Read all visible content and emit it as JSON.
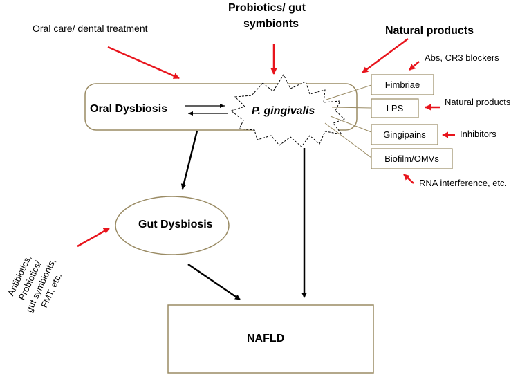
{
  "nodes": {
    "oral_dysbiosis": "Oral Dysbiosis",
    "p_gingivalis": "P. gingivalis",
    "gut_dysbiosis": "Gut Dysbiosis",
    "nafld": "NAFLD"
  },
  "virulence_factors": {
    "fimbriae": "Fimbriae",
    "lps": "LPS",
    "gingipains": "Gingipains",
    "biofilm": "Biofilm/OMVs"
  },
  "interventions": {
    "oral_care": "Oral care/ dental treatment",
    "probiotics_top_line1": "Probiotics/ gut",
    "probiotics_top_line2": "symbionts",
    "natural_products_top": "Natural products",
    "abs_cr3": "Abs, CR3 blockers",
    "natural_products_lps": "Natural products",
    "inhibitors": "Inhibitors",
    "rna_interference": "RNA interference, etc.",
    "antibiotics_line1": "Antibiotics,",
    "antibiotics_line2": "Probiotics/",
    "antibiotics_line3": "gut symbionts,",
    "antibiotics_line4": "FMT, etc."
  },
  "colors": {
    "box_border": "#9a8b64",
    "arrow_red": "#e8141c",
    "arrow_black": "#000000",
    "star_border": "#000000"
  }
}
